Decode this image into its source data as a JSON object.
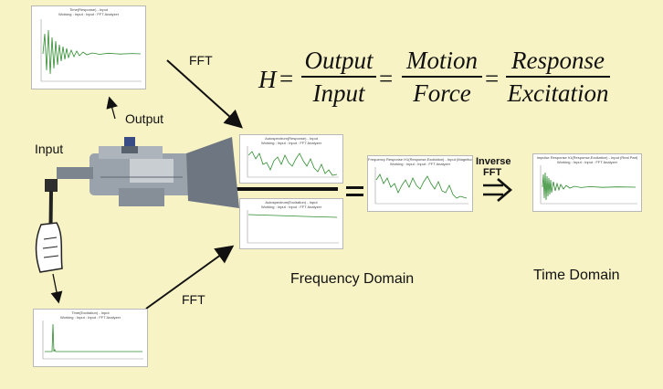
{
  "labels": {
    "fft_top": "FFT",
    "fft_bottom": "FFT",
    "output": "Output",
    "input": "Input",
    "inverse": "Inverse",
    "inverse_fft": "FFT",
    "frequency_domain": "Frequency Domain",
    "time_domain": "Time Domain"
  },
  "equation": {
    "lhs": "H",
    "eq": "=",
    "frac1_num": "Output",
    "frac1_den": "Input",
    "frac2_num": "Motion",
    "frac2_den": "Force",
    "frac3_num": "Response",
    "frac3_den": "Excitation"
  },
  "plots": {
    "response_time": {
      "title": "Time(Response) - Input",
      "subtitle": "Working : Input : Input : FFT Analyzer"
    },
    "excitation_time": {
      "title": "Time(Excitation) - Input",
      "subtitle": "Working : Input : Input : FFT Analyzer"
    },
    "response_freq": {
      "title": "Autospectrum(Response) - Input",
      "subtitle": "Working : Input : Input : FFT Analyzer"
    },
    "excitation_freq": {
      "title": "Autospectrum(Excitation) - Input",
      "subtitle": "Working : Input : Input : FFT Analyzer"
    },
    "frf": {
      "title": "Frequency Response H1(Response,Excitation) - Input (Magnitude)",
      "subtitle": "Working : Input : Input : FFT Analyzer"
    },
    "impulse_response": {
      "title": "Impulse Response h1(Response,Excitation) - Input (Real Part)",
      "subtitle": "Working : Input : Input : FFT Analyzer"
    }
  },
  "colors": {
    "background": "#f7f3c5",
    "trace": "#2e8b2e",
    "arrow": "#111111"
  }
}
